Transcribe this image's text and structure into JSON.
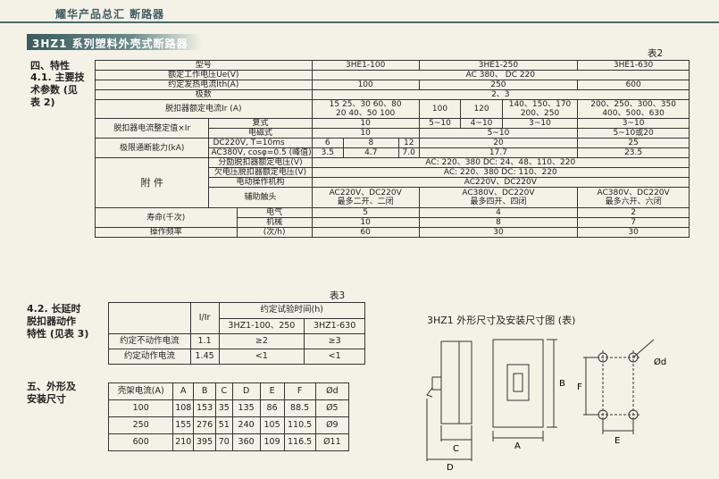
{
  "header": {
    "brand": "耀华产品总汇  断路器",
    "section_title": "3HZ1 系列塑料外壳式断路器"
  },
  "left": {
    "s4": "四、特性",
    "s41_l1": "4.1. 主要技",
    "s41_l2": "术参数 (见",
    "s41_l3": "表 2)",
    "s42_l1": "4.2. 长延时",
    "s42_l2": "脱扣器动作",
    "s42_l3": "特性 (见表 3)",
    "s5_l1": "五、外形及",
    "s5_l2": "安装尺寸"
  },
  "table2": {
    "caption": "表2",
    "h_model": "型号",
    "m1": "3HE1-100",
    "m2": "3HE1-250",
    "m3": "3HE1-630",
    "r_volt": "额定工作电压Ue(V)",
    "volt_val": "AC 380、 DC 220",
    "r_cur": "约定发热电流Ith(A)",
    "cur1": "100",
    "cur2": "250",
    "cur3": "600",
    "r_pole": "极数",
    "pole_val": "2、3",
    "r_trip": "脱扣器额定电流Ir (A)",
    "trip_a": "15 25、30 60、80",
    "trip_b": "20 40、50  100",
    "trip_c": "100",
    "trip_d": "120",
    "trip_e": "140、150、170",
    "trip_f": "200、250",
    "trip_g": "200、250、300、350",
    "trip_h": "400、500、630",
    "r_set": "脱扣器电流整定值×Ir",
    "set_comp": "复式",
    "set_em": "电磁式",
    "set_comp1": "10",
    "set_comp2a": "5~10",
    "set_comp2b": "4~10",
    "set_comp2c": "3~10",
    "set_comp3": "3~10",
    "set_em1": "10",
    "set_em2": "5~10",
    "set_em3": "5~10或20",
    "r_brk": "极限通断能力(kA)",
    "brk_dc": "DC220V, T=10ms",
    "brk_ac": "AC380V, cosφ=0.5 (峰值)",
    "dc1": "6",
    "dc2": "8",
    "dc3": "12",
    "dc4": "20",
    "dc5": "25",
    "ac1": "3.5",
    "ac2": "4.7",
    "ac3": "7.0",
    "ac4": "17.7",
    "ac5": "23.5",
    "r_acc": "附    件",
    "acc_shunt": "分励脱扣器额定电压(V)",
    "acc_shunt_val": "AC: 220、380 DC: 24、48、110、220",
    "acc_under": "欠电压脱扣器额定电压(V)",
    "acc_under_val": "AC: 220、380 DC: 110、220",
    "acc_motor": "电动操作机构",
    "acc_motor_val": "AC220V、DC220V",
    "acc_aux": "辅助触头",
    "aux1a": "AC220V、DC220V",
    "aux1b": "最多二开、二闭",
    "aux2a": "AC380V、DC220V",
    "aux2b": "最多四开、四闭",
    "aux3a": "AC380V、DC220V",
    "aux3b": "最多六开、六闭",
    "r_life": "寿命(千次)",
    "life_e": "电气",
    "life_m": "机械",
    "le1": "5",
    "le2": "4",
    "le3": "2",
    "lm1": "10",
    "lm2": "8",
    "lm3": "7",
    "r_freq": "操作频率",
    "freq_unit": "(次/h)",
    "fq1": "60",
    "fq2": "30",
    "fq3": "30"
  },
  "table3": {
    "caption": "表3",
    "h_ratio": "I/Ir",
    "h_time": "约定试验时间(h)",
    "h_a": "3HZ1-100、250",
    "h_b": "3HZ1-630",
    "r1": "约定不动作电流",
    "r1_ratio": "1.1",
    "r1_a": "≥2",
    "r1_b": "≥3",
    "r2": "约定动作电流",
    "r2_ratio": "1.45",
    "r2_a": "<1",
    "r2_b": "<1"
  },
  "table4": {
    "headers": [
      "壳架电流(A)",
      "A",
      "B",
      "C",
      "D",
      "E",
      "F",
      "Ød"
    ],
    "rows": [
      [
        "100",
        "108",
        "153",
        "35",
        "135",
        "86",
        "88.5",
        "Ø5"
      ],
      [
        "250",
        "155",
        "276",
        "51",
        "240",
        "105",
        "110.5",
        "Ø9"
      ],
      [
        "600",
        "210",
        "395",
        "70",
        "360",
        "109",
        "116.5",
        "Ø11"
      ]
    ]
  },
  "diagram": {
    "title": "3HZ1 外形尺寸及安装尺寸图 (表)",
    "labels": {
      "A": "A",
      "B": "B",
      "C": "C",
      "D": "D",
      "E": "E",
      "F": "F",
      "d": "Ød"
    }
  }
}
